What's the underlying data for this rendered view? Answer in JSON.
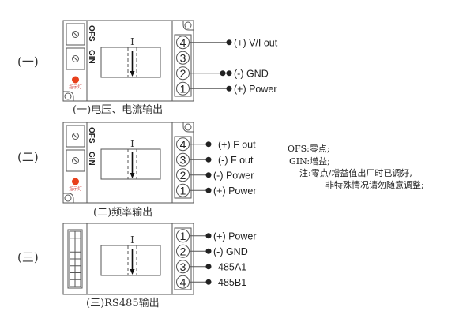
{
  "modules": [
    {
      "id": "voltage-current",
      "section_label": "(一)",
      "caption": "(一)电压、电流输出",
      "left_panel": "pots",
      "pot_labels": [
        "OFS",
        "GIN"
      ],
      "led_label": "指示灯",
      "led_color": "#e8401c",
      "pins": [
        {
          "num": "4",
          "label": "(+) V/I out",
          "double_dot": false
        },
        {
          "num": "3",
          "label": "",
          "double_dot": false
        },
        {
          "num": "2",
          "label": "(-) GND",
          "double_dot": true
        },
        {
          "num": "1",
          "label": "(+) Power",
          "double_dot": false
        }
      ]
    },
    {
      "id": "frequency",
      "section_label": "(二)",
      "caption": "(二)频率输出",
      "left_panel": "pots",
      "pot_labels": [
        "OFS",
        "GIN"
      ],
      "led_label": "指示灯",
      "led_color": "#e8401c",
      "pins": [
        {
          "num": "4",
          "label": "(+) F out",
          "double_dot": false
        },
        {
          "num": "3",
          "label": "(-) F out",
          "double_dot": false
        },
        {
          "num": "2",
          "label": "(-) Power",
          "double_dot": false
        },
        {
          "num": "1",
          "label": "(+) Power",
          "double_dot": false
        }
      ]
    },
    {
      "id": "rs485",
      "section_label": "(三)",
      "caption": "(三)RS485输出",
      "left_panel": "connector",
      "pins": [
        {
          "num": "1",
          "label": "(+) Power",
          "double_dot": false
        },
        {
          "num": "2",
          "label": "(-) GND",
          "double_dot": false
        },
        {
          "num": "3",
          "label": "485A1",
          "double_dot": false
        },
        {
          "num": "4",
          "label": "485B1",
          "double_dot": false
        }
      ]
    }
  ],
  "current_symbol": "I",
  "notes": {
    "ofs": "OFS:零点;",
    "gin": "GIN:增益;",
    "note_line1": "注:零点/增益值出厂时已调好,",
    "note_line2": "非特殊情况请勿随意调整;"
  }
}
